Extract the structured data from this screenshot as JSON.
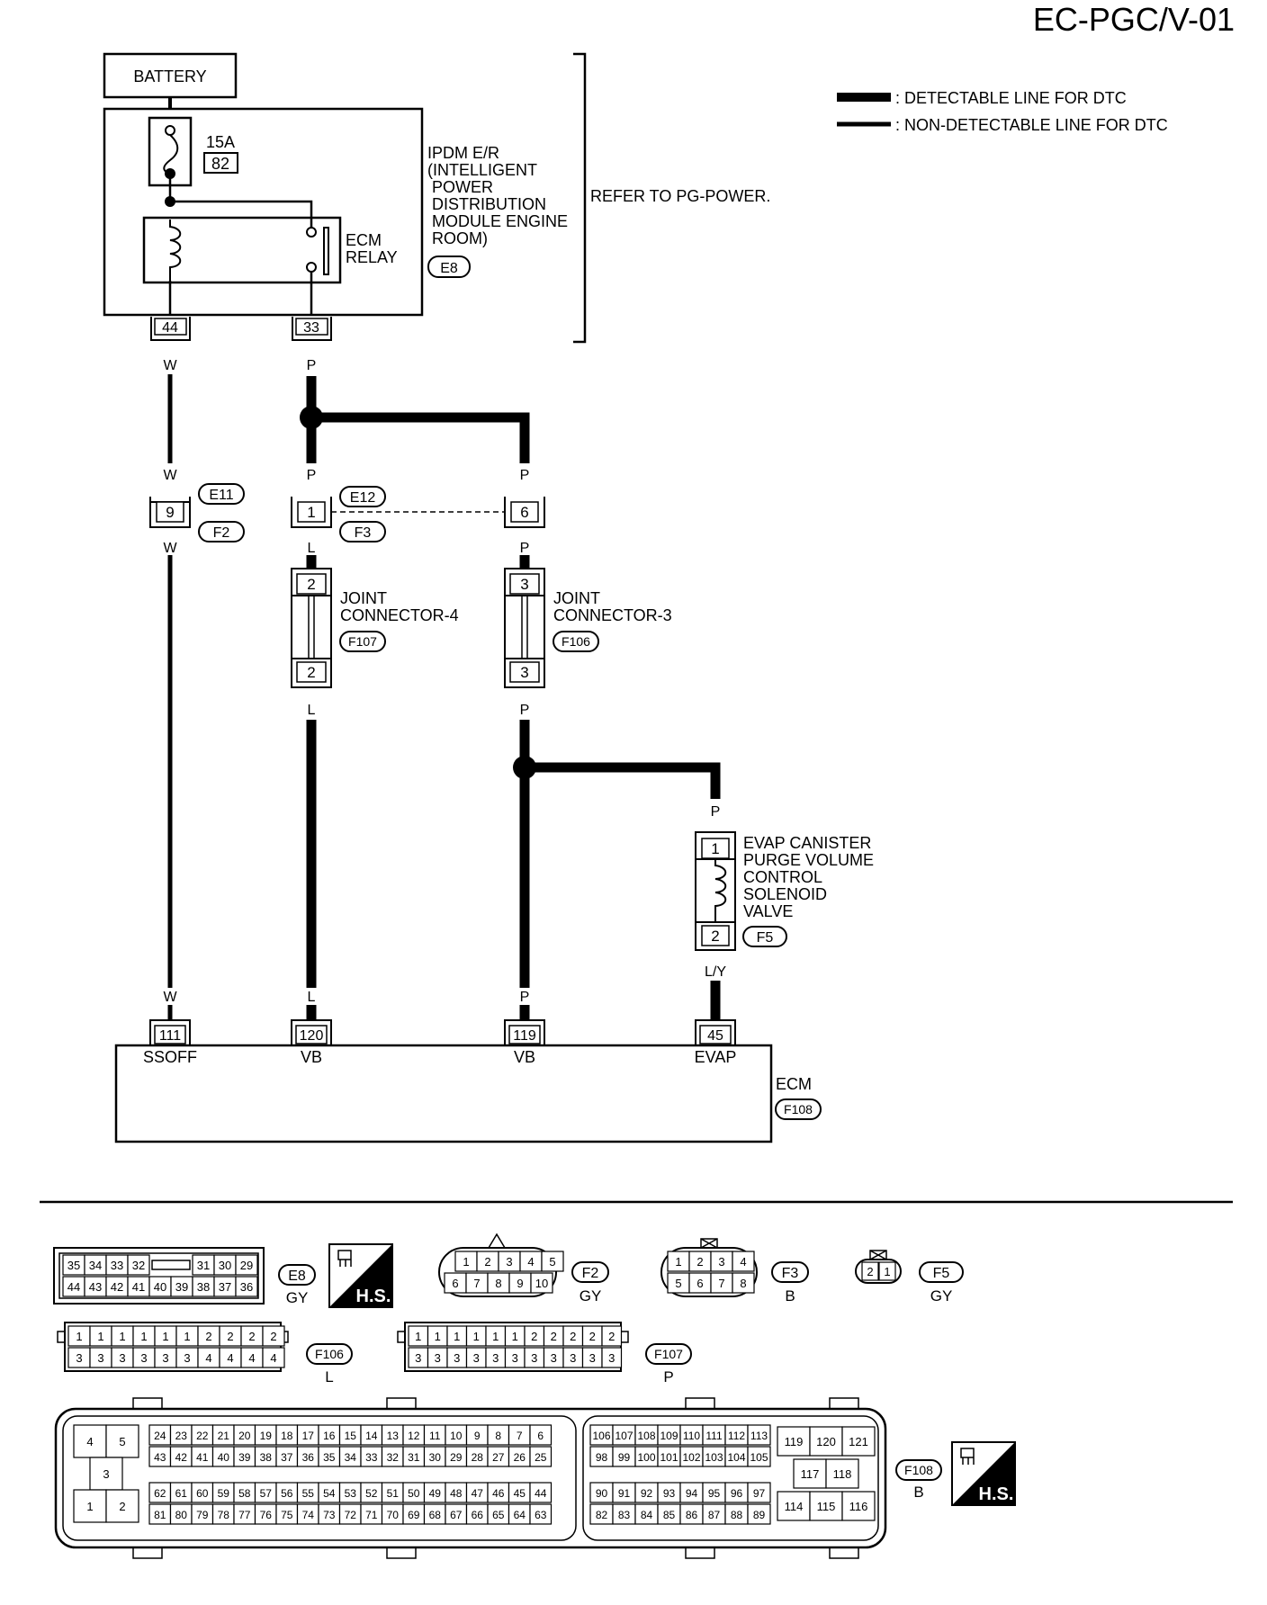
{
  "page_title": "EC-PGC/V-01",
  "legend": {
    "detectable": ": DETECTABLE LINE FOR DTC",
    "non_detectable": ": NON-DETECTABLE LINE FOR DTC"
  },
  "battery": "BATTERY",
  "fuse": {
    "rating": "15A",
    "number": "82"
  },
  "ipdm": {
    "lines": [
      "IPDM E/R",
      "(INTELLIGENT",
      "POWER",
      "DISTRIBUTION",
      "MODULE ENGINE",
      "ROOM)"
    ],
    "connector": "E8",
    "refer": "REFER TO PG-POWER."
  },
  "ecm_relay": [
    "ECM",
    "RELAY"
  ],
  "ipdm_pins": [
    "44",
    "33"
  ],
  "wires": {
    "w_top": "W",
    "p_top": "P",
    "w_mid_a": "W",
    "p_mid_a": "P",
    "p_mid_b": "P",
    "w_mid_b": "W",
    "l_mid": "L",
    "p_mid_c": "P",
    "l_low": "L",
    "p_low": "P",
    "p_evap": "P",
    "ly": "L/Y",
    "w_bot": "W",
    "l_bot": "L",
    "p_bot": "P"
  },
  "inline_connectors": {
    "e11": "E11",
    "f2": "F2",
    "pin9": "9",
    "e12": "E12",
    "f3": "F3",
    "pin1": "1",
    "pin6": "6"
  },
  "joint4": {
    "lines": [
      "JOINT",
      "CONNECTOR-4"
    ],
    "connector": "F107",
    "pin_top": "2",
    "pin_bot": "2"
  },
  "joint3": {
    "lines": [
      "JOINT",
      "CONNECTOR-3"
    ],
    "connector": "F106",
    "pin_top": "3",
    "pin_bot": "3"
  },
  "evap": {
    "lines": [
      "EVAP CANISTER",
      "PURGE VOLUME",
      "CONTROL",
      "SOLENOID",
      "VALVE"
    ],
    "connector": "F5",
    "pin1": "1",
    "pin2": "2"
  },
  "ecm": {
    "name": "ECM",
    "connector": "F108",
    "pins": [
      "111",
      "120",
      "119",
      "45"
    ],
    "terminals": [
      "SSOFF",
      "VB",
      "VB",
      "EVAP"
    ]
  },
  "connector_views": {
    "e8": {
      "label": "E8",
      "color": "GY",
      "row1": [
        "35",
        "34",
        "33",
        "32",
        "",
        "31",
        "30",
        "29"
      ],
      "row2": [
        "44",
        "43",
        "42",
        "41",
        "40",
        "39",
        "38",
        "37",
        "36"
      ]
    },
    "hs_mark": "H.S.",
    "f2": {
      "label": "F2",
      "color": "GY",
      "row1": [
        "1",
        "2",
        "3",
        "4",
        "5"
      ],
      "row2": [
        "6",
        "7",
        "8",
        "9",
        "10"
      ]
    },
    "f3": {
      "label": "F3",
      "color": "B",
      "row1": [
        "1",
        "2",
        "3",
        "4"
      ],
      "row2": [
        "5",
        "6",
        "7",
        "8"
      ]
    },
    "f5": {
      "label": "F5",
      "color": "GY",
      "pins": [
        "2",
        "1"
      ]
    },
    "f106": {
      "label": "F106",
      "color": "L",
      "row1": [
        "1",
        "1",
        "1",
        "1",
        "1",
        "1",
        "2",
        "2",
        "2",
        "2"
      ],
      "row2": [
        "3",
        "3",
        "3",
        "3",
        "3",
        "3",
        "4",
        "4",
        "4",
        "4"
      ]
    },
    "f107": {
      "label": "F107",
      "color": "P",
      "row1": [
        "1",
        "1",
        "1",
        "1",
        "1",
        "1",
        "2",
        "2",
        "2",
        "2",
        "2"
      ],
      "row2": [
        "3",
        "3",
        "3",
        "3",
        "3",
        "3",
        "3",
        "3",
        "3",
        "3",
        "3"
      ]
    },
    "f108": {
      "label": "F108",
      "color": "B",
      "left_block": [
        "4",
        "5",
        "3",
        "1",
        "2"
      ],
      "row1": [
        "24",
        "23",
        "22",
        "21",
        "20",
        "19",
        "18",
        "17",
        "16",
        "15",
        "14",
        "13",
        "12",
        "11",
        "10",
        "9",
        "8",
        "7",
        "6"
      ],
      "row2": [
        "43",
        "42",
        "41",
        "40",
        "39",
        "38",
        "37",
        "36",
        "35",
        "34",
        "33",
        "32",
        "31",
        "30",
        "29",
        "28",
        "27",
        "26",
        "25"
      ],
      "row3": [
        "62",
        "61",
        "60",
        "59",
        "58",
        "57",
        "56",
        "55",
        "54",
        "53",
        "52",
        "51",
        "50",
        "49",
        "48",
        "47",
        "46",
        "45",
        "44"
      ],
      "row4": [
        "81",
        "80",
        "79",
        "78",
        "77",
        "76",
        "75",
        "74",
        "73",
        "72",
        "71",
        "70",
        "69",
        "68",
        "67",
        "66",
        "65",
        "64",
        "63"
      ],
      "mid_row1": [
        "106",
        "107",
        "108",
        "109",
        "110",
        "111",
        "112",
        "113"
      ],
      "mid_row2": [
        "98",
        "99",
        "100",
        "101",
        "102",
        "103",
        "104",
        "105"
      ],
      "mid_row3": [
        "90",
        "91",
        "92",
        "93",
        "94",
        "95",
        "96",
        "97"
      ],
      "mid_row4": [
        "82",
        "83",
        "84",
        "85",
        "86",
        "87",
        "88",
        "89"
      ],
      "right_top": [
        "119",
        "120",
        "121"
      ],
      "right_mid": [
        "117",
        "118"
      ],
      "right_bot": [
        "114",
        "115",
        "116"
      ]
    }
  }
}
